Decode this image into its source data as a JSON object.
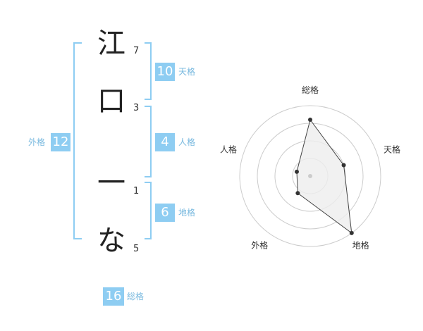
{
  "name_chars": [
    {
      "char": "江",
      "strokes": "7"
    },
    {
      "char": "口",
      "strokes": "3"
    },
    {
      "char": "一",
      "strokes": "1"
    },
    {
      "char": "な",
      "strokes": "5"
    }
  ],
  "fortune": {
    "tenkaku": {
      "value": "10",
      "label": "天格"
    },
    "jinkaku": {
      "value": "4",
      "label": "人格"
    },
    "chikaku": {
      "value": "6",
      "label": "地格"
    },
    "gaikaku": {
      "value": "12",
      "label": "外格"
    },
    "soukaku": {
      "value": "16",
      "label": "総格"
    }
  },
  "chart_data": {
    "type": "radar",
    "axes": [
      "総格",
      "天格",
      "地格",
      "外格",
      "人格"
    ],
    "values": [
      16,
      10,
      20,
      6,
      4
    ],
    "rmax": 20,
    "rings": 4,
    "grid": true,
    "colors": {
      "fill": "#eeeeee",
      "stroke": "#444444",
      "grid": "#cccccc",
      "point": "#333333",
      "center": "#cccccc"
    }
  },
  "colors": {
    "accent": "#8ecdf2"
  }
}
